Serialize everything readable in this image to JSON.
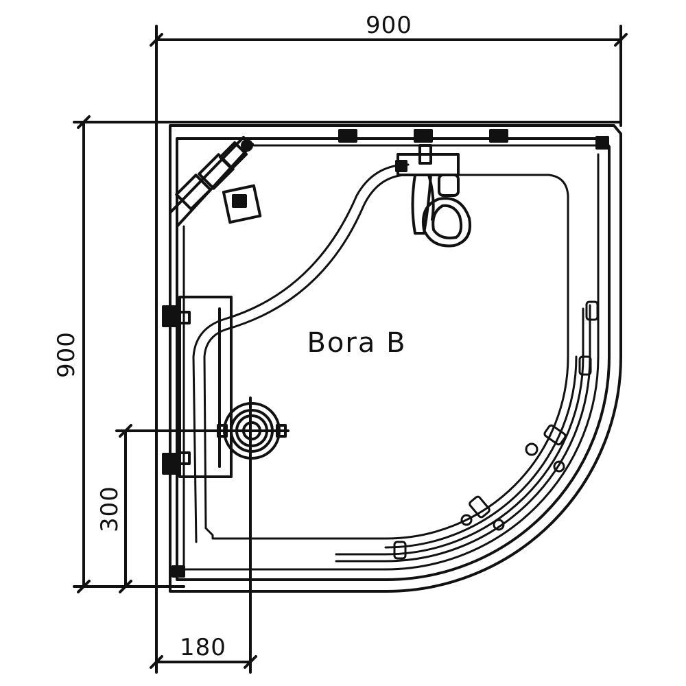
{
  "model_label": "Bora B",
  "dimensions": {
    "width": "900",
    "depth": "900",
    "drain_from_wall": "300",
    "drain_from_side": "180"
  },
  "colors": {
    "line": "#111111",
    "background": "#ffffff"
  },
  "icons": {
    "drain": "drain-icon",
    "shower_mixer": "shower-head-icon",
    "corner_bracket": "bracket-icon"
  }
}
